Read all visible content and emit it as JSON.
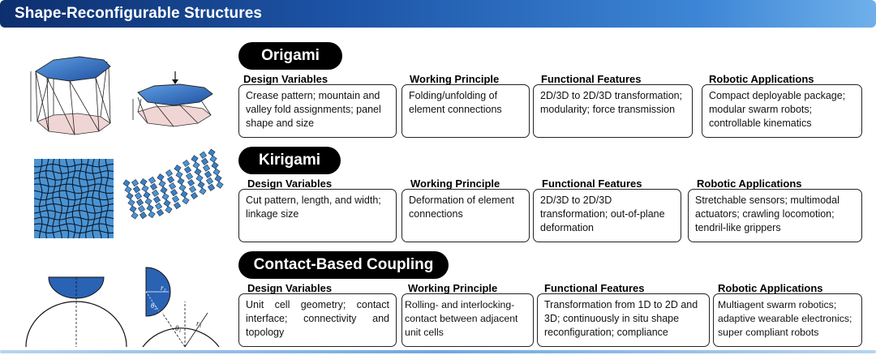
{
  "header": {
    "title": "Shape-Reconfigurable Structures"
  },
  "sections": [
    {
      "title": "Origami",
      "columns": [
        {
          "label": "Design Variables",
          "text": "Crease pattern; mountain and valley fold assignments; panel shape and size"
        },
        {
          "label": "Working Principle",
          "text": "Folding/unfolding of element connections"
        },
        {
          "label": "Functional Features",
          "text": "2D/3D to 2D/3D transformation; modularity; force transmission"
        },
        {
          "label": "Robotic Applications",
          "text": "Compact deployable package; modular swarm robots; controllable kinematics"
        }
      ]
    },
    {
      "title": "Kirigami",
      "columns": [
        {
          "label": "Design Variables",
          "text": "Cut pattern, length, and width; linkage size"
        },
        {
          "label": "Working Principle",
          "text": "Deformation of element connections"
        },
        {
          "label": "Functional Features",
          "text": "2D/3D to 2D/3D transformation; out-of-plane deformation"
        },
        {
          "label": "Robotic Applications",
          "text": "Stretchable sensors; multimodal actuators; crawling locomotion; tendril-like grippers"
        }
      ]
    },
    {
      "title": "Contact-Based Coupling",
      "columns": [
        {
          "label": "Design Variables",
          "text": "Unit cell geometry; contact interface; connectivity and topology"
        },
        {
          "label": "Working Principle",
          "text": "Rolling- and interlocking-contact between adjacent unit cells"
        },
        {
          "label": "Functional Features",
          "text": "Transformation from 1D to 2D and 3D; continuously in situ shape reconfiguration; compliance"
        },
        {
          "label": "Robotic Applications",
          "text": "Multiagent swarm robotics; adaptive wearable electronics; super compliant robots"
        }
      ]
    }
  ],
  "figures": {
    "contact_labels": {
      "r2": "r",
      "r2_sub": "2",
      "theta2": "θ",
      "theta2_sub": "2",
      "theta1": "θ",
      "theta1_sub": "1",
      "r1": "r",
      "r1_sub": "1"
    }
  },
  "colors": {
    "accent_blue": "#2a62b4",
    "panel_pink": "#efd6d4",
    "header_dark": "#0d2f6e",
    "header_light": "#6fb0ea"
  }
}
